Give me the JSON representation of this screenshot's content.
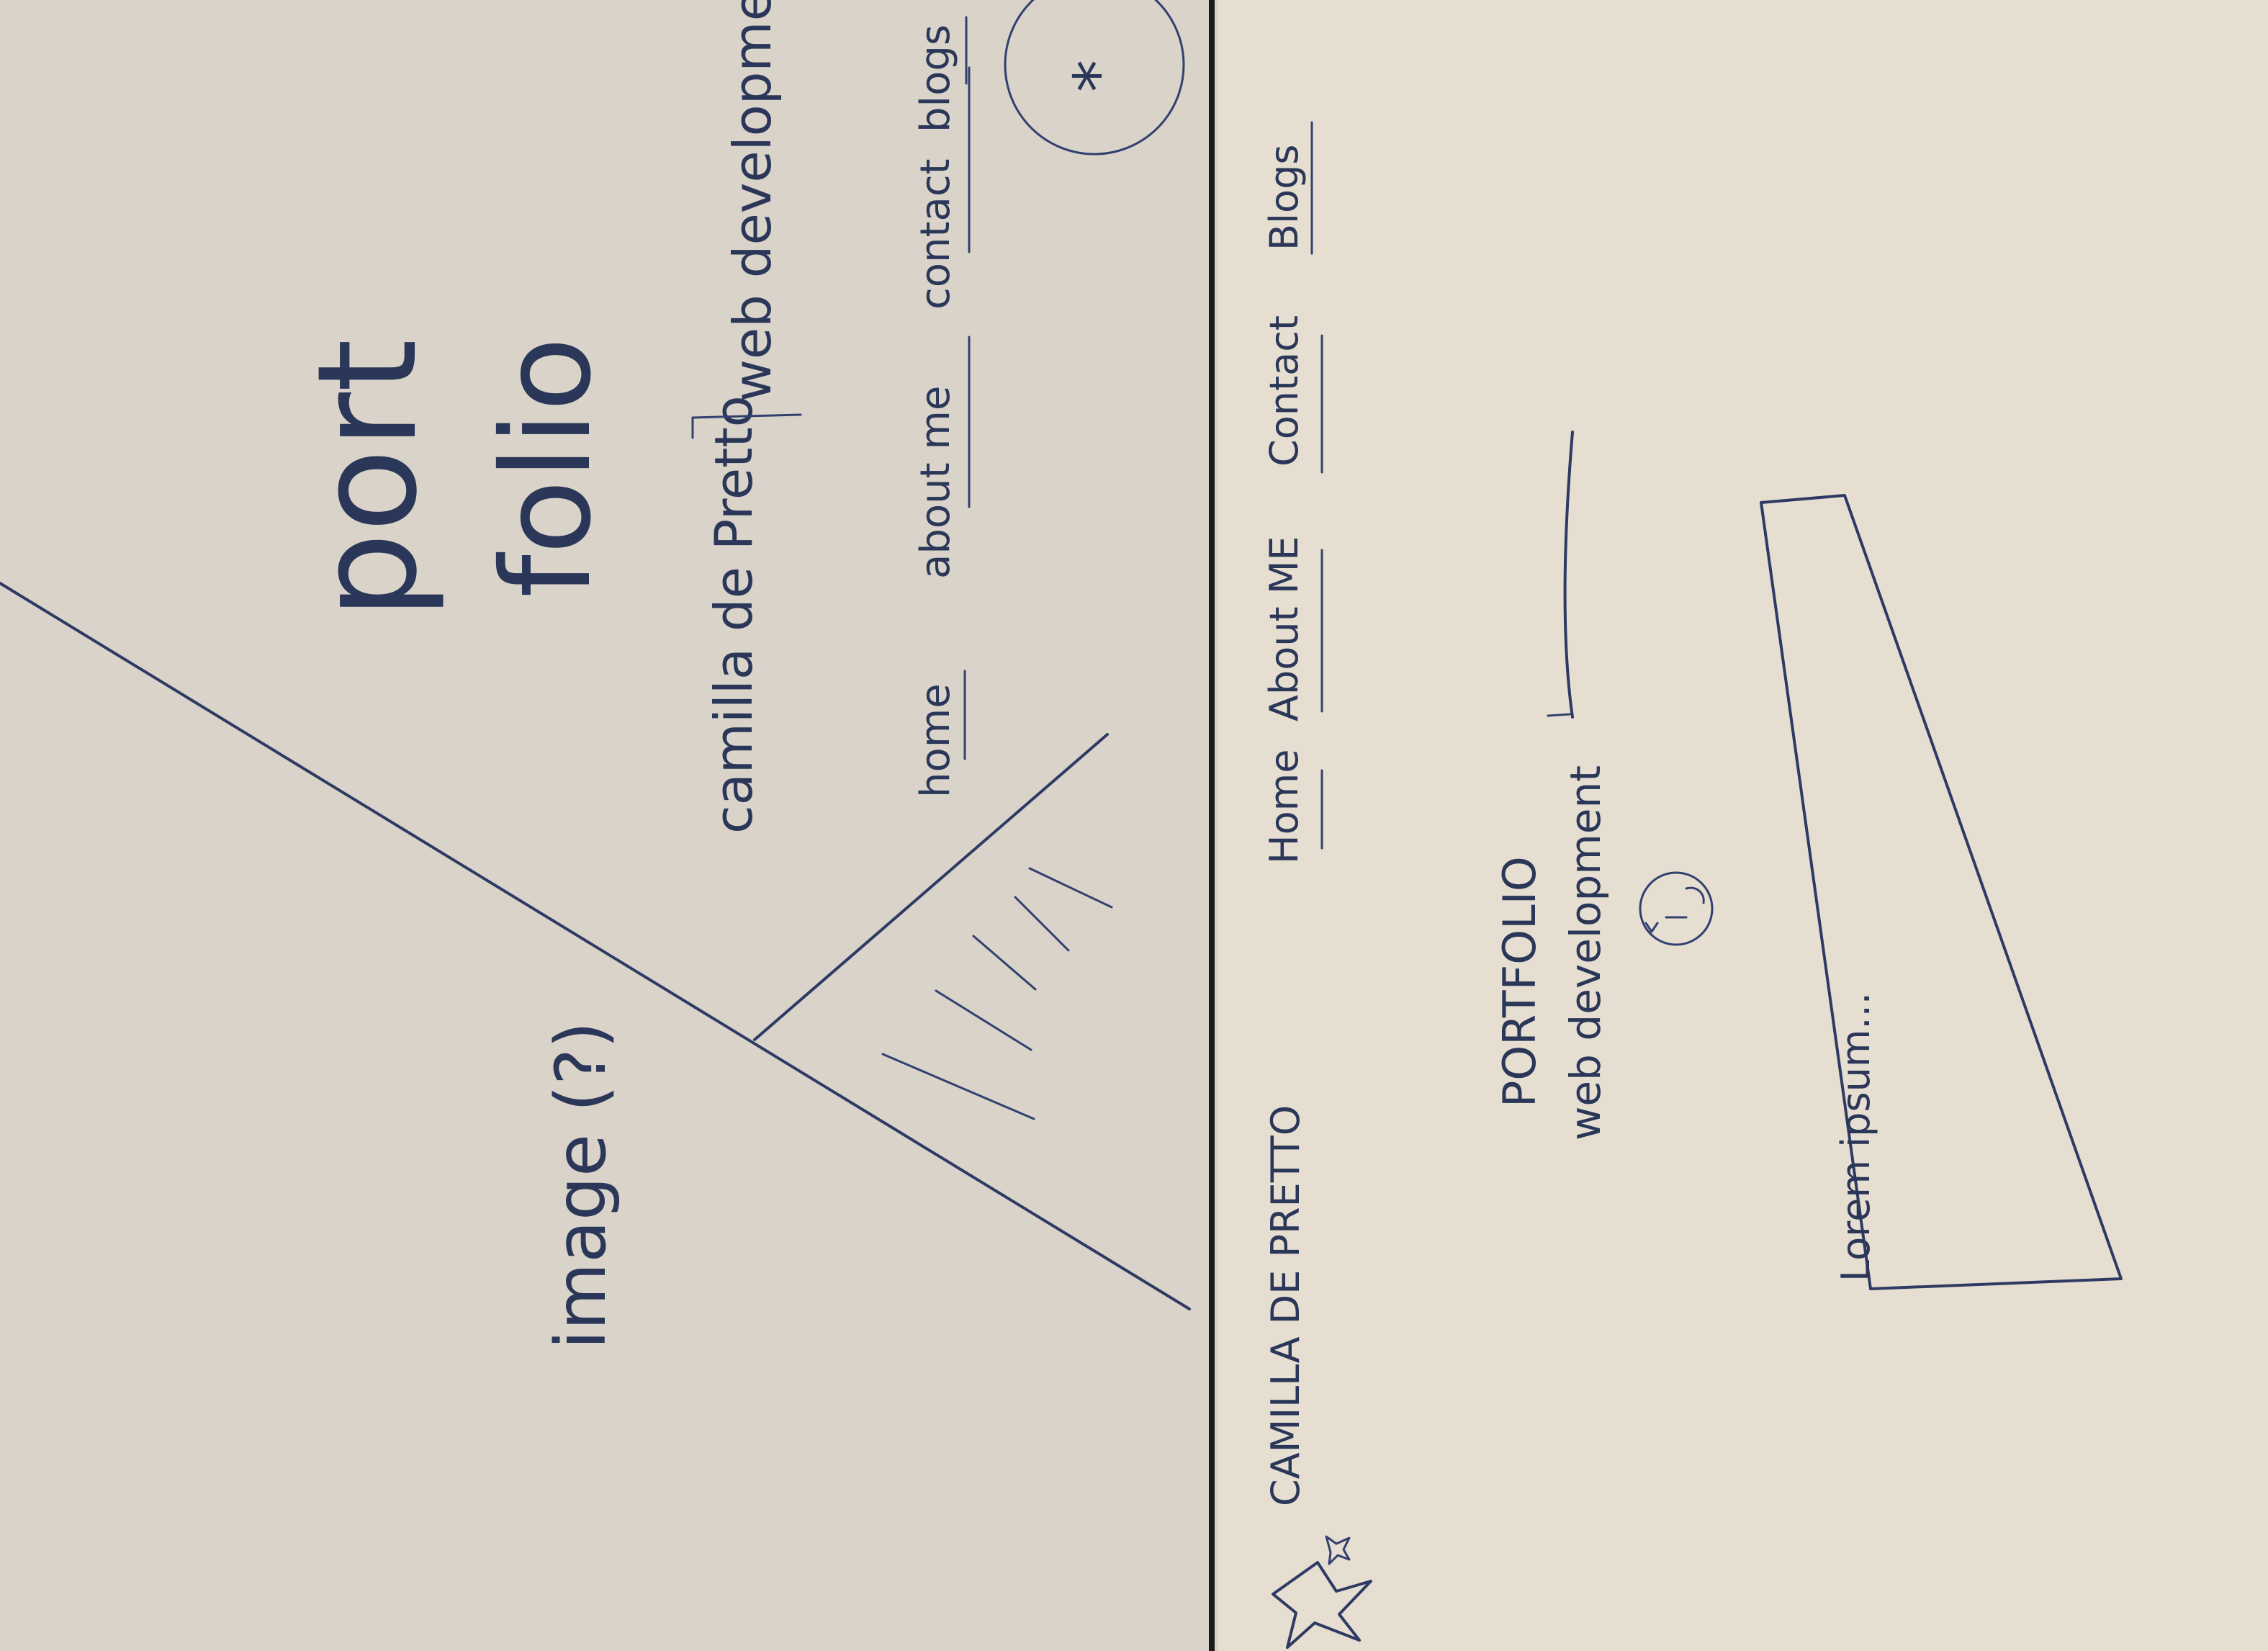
{
  "left_sheet": {
    "portfolio_word_1": "port",
    "portfolio_word_2": "folio",
    "name_text": "camilla de Pretto",
    "role_text": "web development",
    "nav_items": [
      "home",
      "about me",
      "contact",
      "blogs"
    ],
    "image_label": "image (?)",
    "corner_badge": "*"
  },
  "right_sheet": {
    "brand_name": "CAMILLA DE PRETTO",
    "nav_items": [
      "Home",
      "About ME",
      "Contact",
      "Blogs"
    ],
    "hero_title": "PORTFOLIO",
    "hero_subtitle": "web development",
    "content_text": "Lorem ipsum..."
  }
}
